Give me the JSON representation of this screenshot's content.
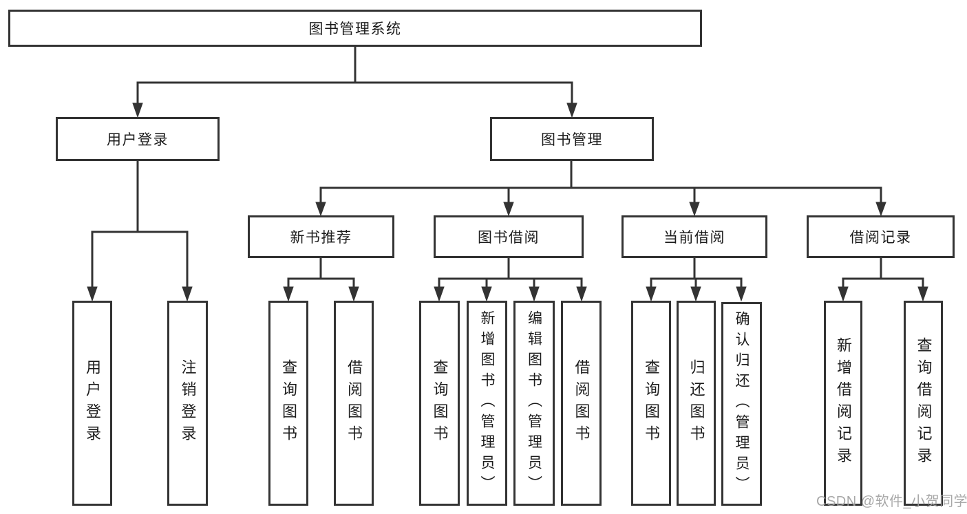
{
  "diagram": {
    "title": "图书管理系统",
    "user_login_branch": {
      "label": "用户登录",
      "children": [
        "用户登录",
        "注销登录"
      ]
    },
    "book_mgmt_branch": {
      "label": "图书管理",
      "sections": [
        {
          "label": "新书推荐",
          "children": [
            "查询图书",
            "借阅图书"
          ]
        },
        {
          "label": "图书借阅",
          "children": [
            "查询图书",
            "新增图书（管理员）",
            "编辑图书（管理员）",
            "借阅图书"
          ]
        },
        {
          "label": "当前借阅",
          "children": [
            "查询图书",
            "归还图书",
            "确认归还（管理员）"
          ]
        },
        {
          "label": "借阅记录",
          "children": [
            "新增借阅记录",
            "查询借阅记录"
          ]
        }
      ]
    }
  },
  "watermark": "CSDN @软件_小贺同学",
  "colors": {
    "line": "#333333",
    "text": "#1c1c1c",
    "watermark": "#9e9e9e",
    "background": "#ffffff"
  }
}
